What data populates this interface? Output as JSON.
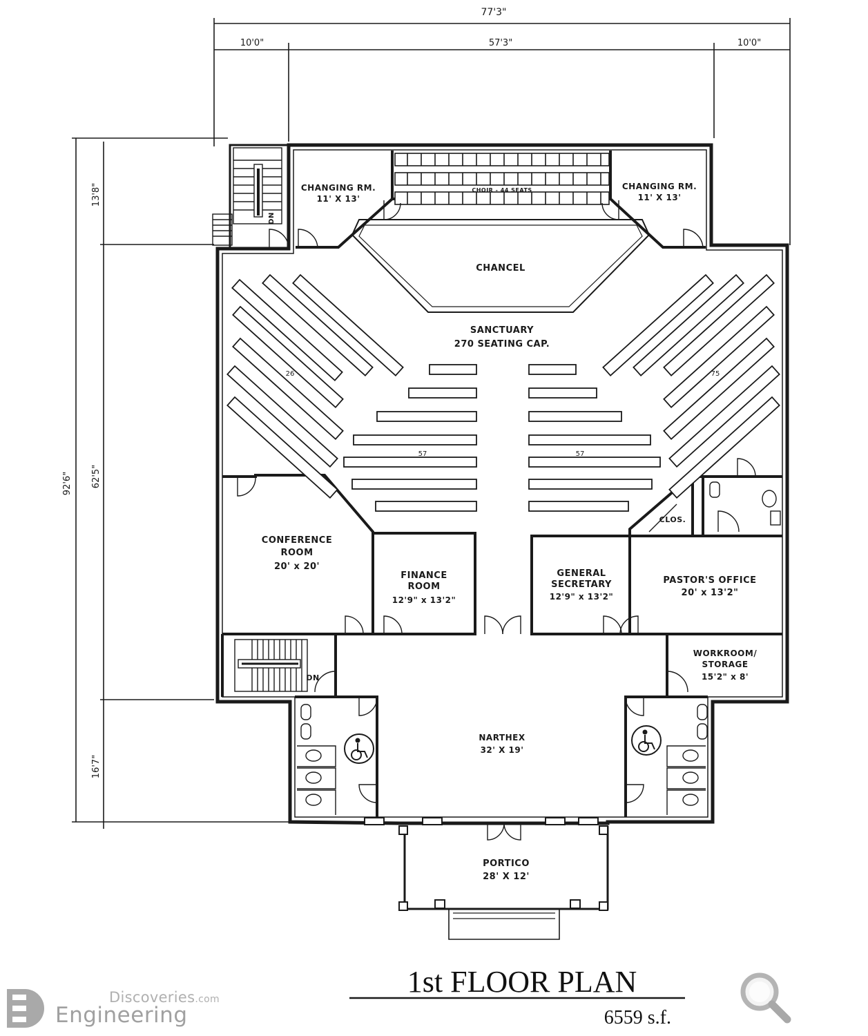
{
  "dimensions": {
    "overall_width": "77'3\"",
    "left_bay": "10'0\"",
    "center_bay": "57'3\"",
    "right_bay": "10'0\"",
    "overall_depth": "92'6\"",
    "upper_depth": "13'8\"",
    "middle_depth": "62'5\"",
    "lower_depth": "16'7\""
  },
  "rooms": {
    "changing_left": {
      "name": "CHANGING RM.",
      "size": "11' X 13'"
    },
    "changing_right": {
      "name": "CHANGING RM.",
      "size": "11' X 13'"
    },
    "choir": {
      "name": "CHOIR - 44 SEATS"
    },
    "chancel": {
      "name": "CHANCEL"
    },
    "sanctuary": {
      "name": "SANCTUARY",
      "capacity": "270 SEATING CAP."
    },
    "conference": {
      "name1": "CONFERENCE",
      "name2": "ROOM",
      "size": "20' x 20'"
    },
    "finance": {
      "name1": "FINANCE",
      "name2": "ROOM",
      "size": "12'9\" x 13'2\""
    },
    "general_secretary": {
      "name1": "GENERAL",
      "name2": "SECRETARY",
      "size": "12'9\" x 13'2\""
    },
    "pastors_office": {
      "name": "PASTOR'S OFFICE",
      "size": "20' x 13'2\""
    },
    "closet": {
      "name": "CLOS."
    },
    "workroom": {
      "name1": "WORKROOM/",
      "name2": "STORAGE",
      "size": "15'2\" x 8'"
    },
    "narthex": {
      "name": "NARTHEX",
      "size": "32' X 19'"
    },
    "portico": {
      "name": "PORTICO",
      "size": "28' X 12'"
    }
  },
  "pew_counts": {
    "left_wing": "26",
    "right_wing": "75",
    "center_left": "57",
    "center_right": "57"
  },
  "stair_labels": {
    "upper": "DN",
    "lower": "DN"
  },
  "plan_title": "1st FLOOR PLAN",
  "plan_area": "6559 s.f.",
  "brand": {
    "line1": "Discoveries",
    "line1_suffix": ".com",
    "line2": "Engineering",
    "color": "#a9a9a9"
  },
  "icons": {
    "accessible": "wheelchair-icon",
    "zoom": "magnifier-icon"
  },
  "colors": {
    "ink": "#1a1a1a",
    "paper": "#ffffff"
  }
}
